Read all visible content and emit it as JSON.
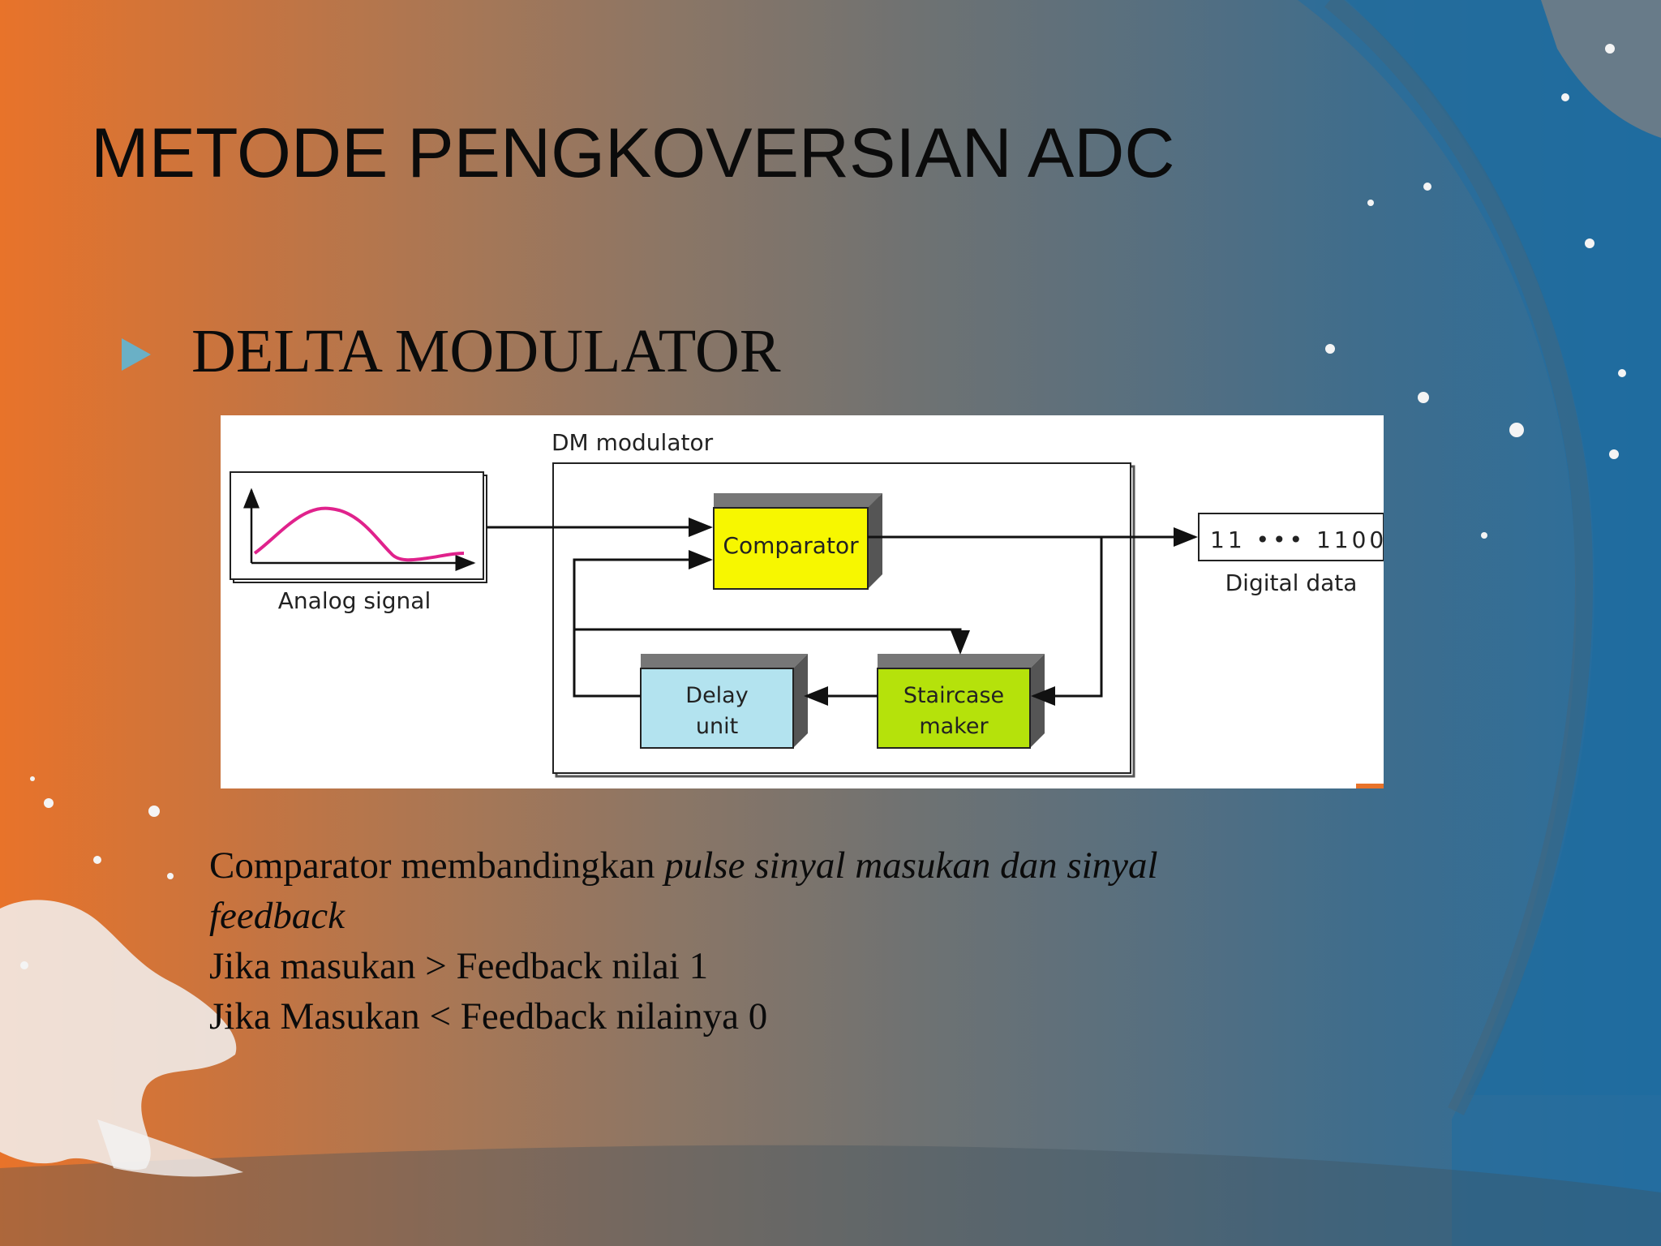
{
  "slide": {
    "title": "METODE PENGKOVERSIAN ADC",
    "bullet": "DELTA MODULATOR",
    "body": {
      "line1_normal": "Comparator membandingkan ",
      "line1_italic": "pulse sinyal masukan dan sinyal",
      "line2_italic": "feedback",
      "line3": "Jika masukan > Feedback nilai 1",
      "line4": "Jika Masukan < Feedback nilainya 0"
    }
  },
  "diagram": {
    "modulator_label": "DM modulator",
    "analog_label": "Analog signal",
    "comparator_label": "Comparator",
    "delay_line1": "Delay",
    "delay_line2": "unit",
    "staircase_line1": "Staircase",
    "staircase_line2": "maker",
    "bits_text": "11 ••• 1100",
    "digital_label": "Digital data",
    "colors": {
      "comparator": "#f7f700",
      "staircase": "#b5e20b",
      "delay": "#b3e3ef",
      "signal_curve": "#e0228c"
    }
  },
  "theme": {
    "orange": "#e8732a",
    "blue": "#2a6e9d",
    "bullet_color": "#6ab0c6"
  }
}
